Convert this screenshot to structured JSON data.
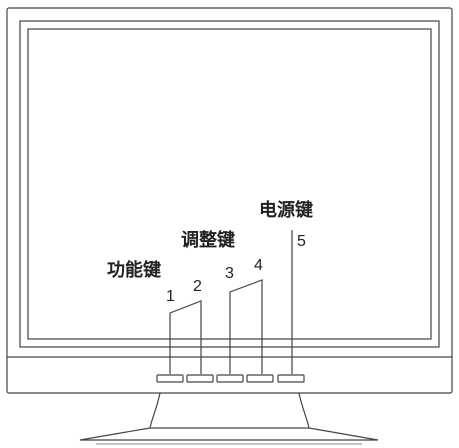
{
  "labels": {
    "function_key": "功能键",
    "adjust_key": "调整键",
    "power_key": "电源键"
  },
  "buttons": [
    {
      "number": "1"
    },
    {
      "number": "2"
    },
    {
      "number": "3"
    },
    {
      "number": "4"
    },
    {
      "number": "5"
    }
  ],
  "colors": {
    "line": "#444444",
    "background": "#ffffff"
  }
}
